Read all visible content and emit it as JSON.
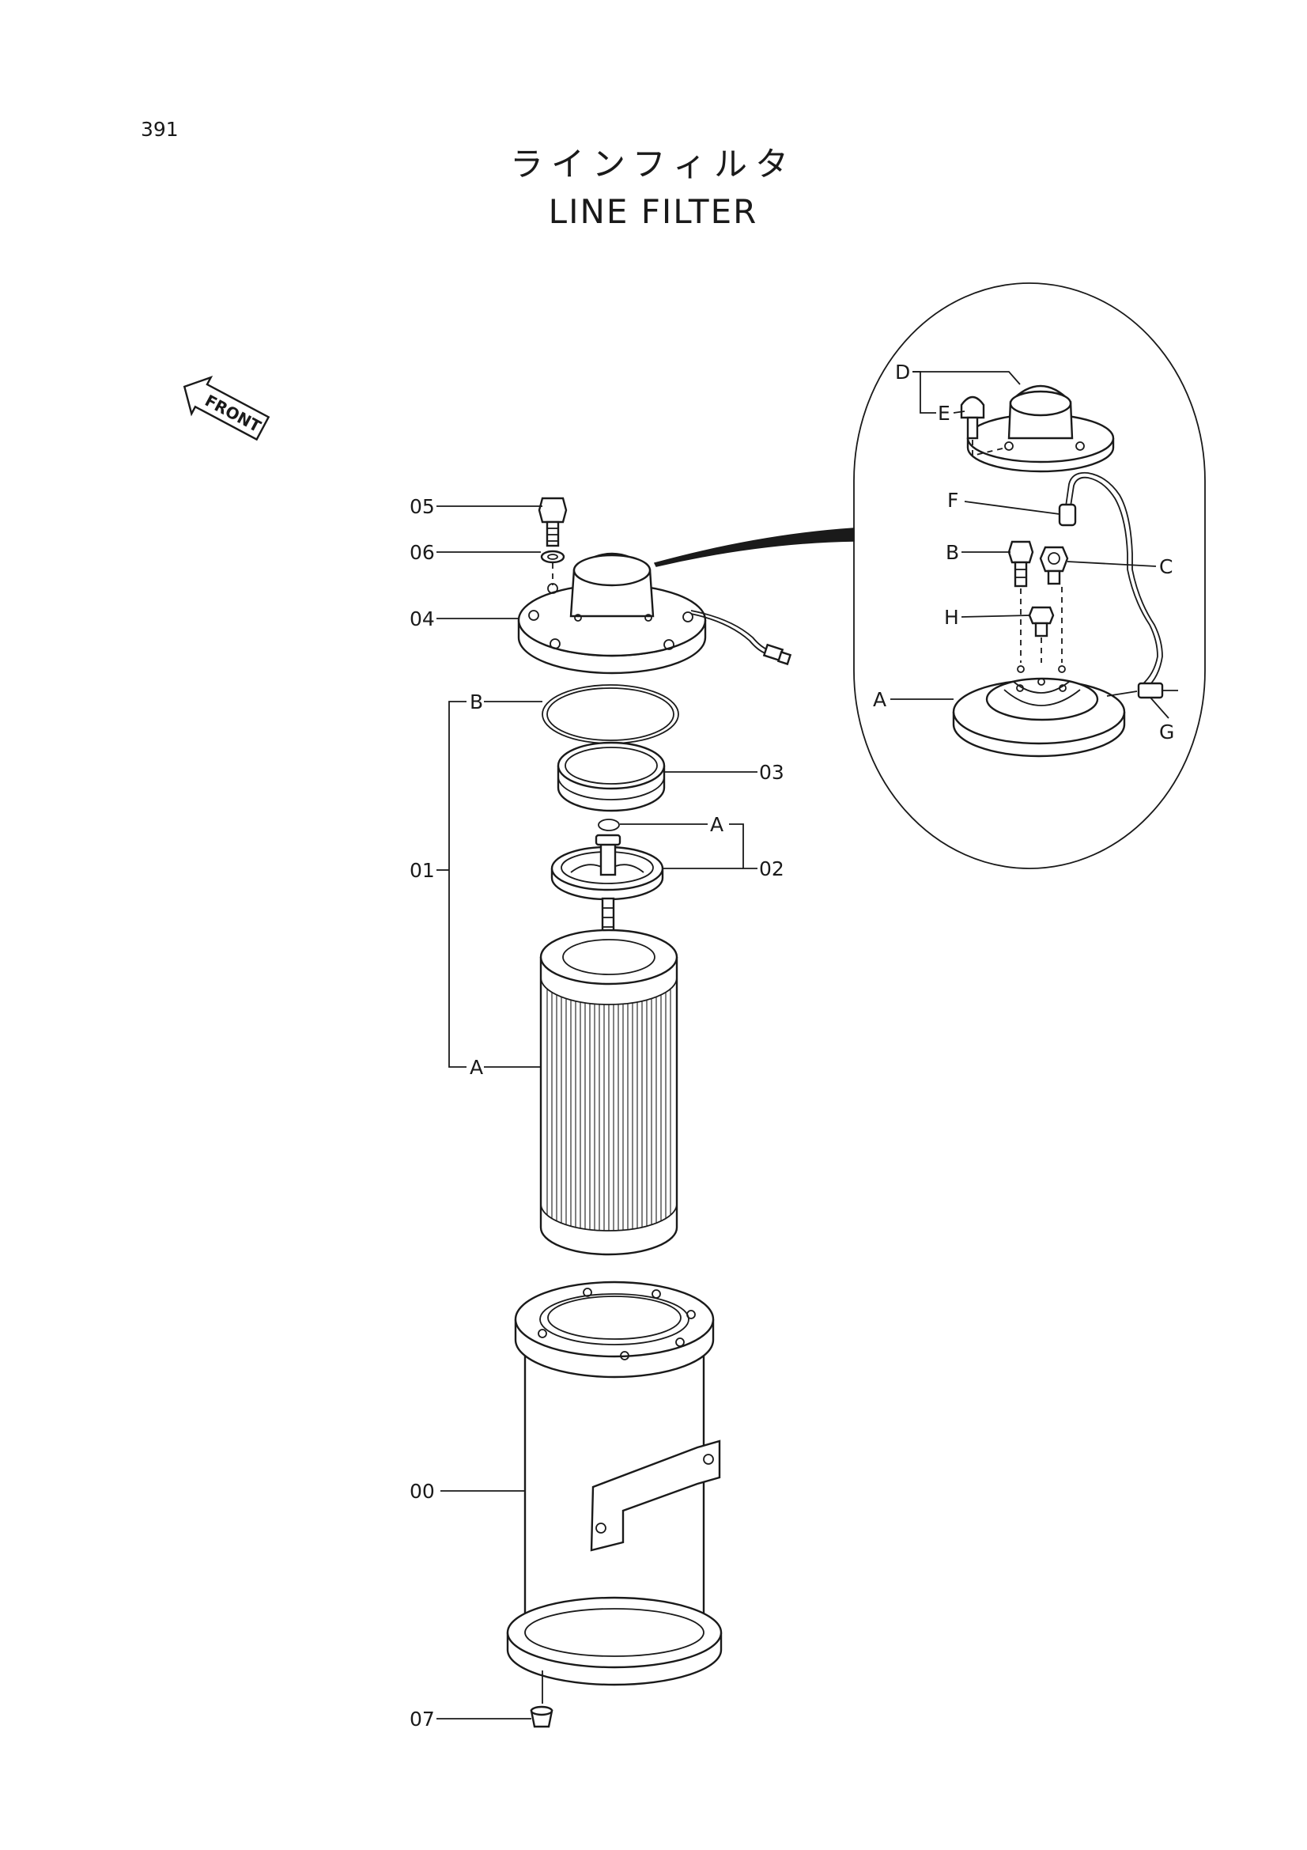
{
  "page_number": "391",
  "title_jp": "ラインフィルタ",
  "title_en": "LINE FILTER",
  "front_arrow": "FRONT",
  "part_callouts": {
    "p00": "00",
    "p01": "01",
    "p02": "02",
    "p03": "03",
    "p04": "04",
    "p05": "05",
    "p06": "06",
    "p07": "07",
    "sub_b": "B",
    "sub_a_ring": "A",
    "sub_a_element": "A"
  },
  "detail_callouts": {
    "a": "A",
    "b": "B",
    "c": "C",
    "d": "D",
    "e": "E",
    "f": "F",
    "g": "G",
    "h": "H"
  }
}
